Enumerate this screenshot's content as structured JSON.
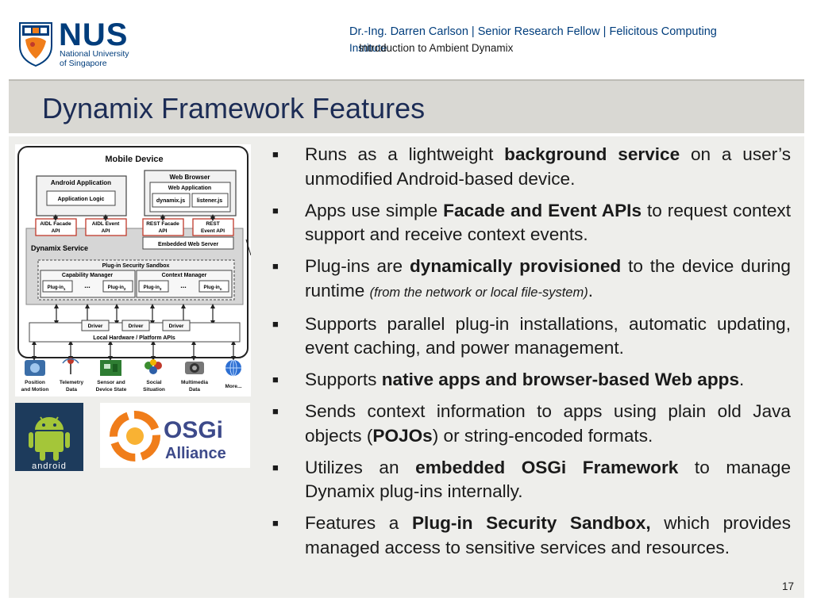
{
  "header": {
    "logo_word": "NUS",
    "logo_sub_1": "National University",
    "logo_sub_2": "of Singapore",
    "author_line_1": "Dr.-Ing. Darren Carlson | Senior Research Fellow | Felicitous Computing",
    "author_line_2": "Institute",
    "subtitle": "Introduction to Ambient Dynamix"
  },
  "slide": {
    "title": "Dynamix Framework Features",
    "page_number": "17"
  },
  "diagram": {
    "mobile_device": "Mobile Device",
    "android_application": "Android Application",
    "application_logic": "Application Logic",
    "web_browser": "Web Browser",
    "web_application": "Web Application",
    "dynamix_js": "dynamix.js",
    "listener_js": "listener.js",
    "aidl_facade_1": "AIDL Facade",
    "aidl_facade_2": "API",
    "aidl_event_1": "AIDL Event",
    "aidl_event_2": "API",
    "rest_facade_1": "REST Facade",
    "rest_facade_2": "API",
    "rest_event_1": "REST",
    "rest_event_2": "Event API",
    "embedded_web_server": "Embedded Web Server",
    "dynamix_service": "Dynamix Service",
    "sandbox": "Plug-in Security Sandbox",
    "capability_manager": "Capability Manager",
    "context_manager": "Context Manager",
    "plugin_label": "Plug-in",
    "plugin_sub_1": "1",
    "plugin_sub_2": "2",
    "plugin_sub_3": "3",
    "plugin_sub_n": "n",
    "dots": "...",
    "driver": "Driver",
    "local_hardware": "Local Hardware / Platform APIs",
    "ctx_position_1": "Position",
    "ctx_position_2": "and Motion",
    "ctx_telemetry_1": "Telemetry",
    "ctx_telemetry_2": "Data",
    "ctx_sensor_1": "Sensor and",
    "ctx_sensor_2": "Device State",
    "ctx_social_1": "Social",
    "ctx_social_2": "Situation",
    "ctx_multimedia_1": "Multimedia",
    "ctx_multimedia_2": "Data",
    "ctx_more": "More..."
  },
  "logos": {
    "android_word": "android",
    "osgi_word": "OSGi",
    "osgi_sub": "Alliance"
  },
  "bullets": [
    {
      "marker": "■",
      "pre": "Runs as a lightweight ",
      "bold": "background service",
      "post": " on a user’s unmodified Android-based device."
    },
    {
      "marker": "■",
      "pre": "Apps use simple ",
      "bold": "Facade and Event APIs",
      "post": " to request context support and receive context events."
    },
    {
      "marker": "■",
      "pre": "Plug-ins are ",
      "bold": "dynamically provisioned",
      "post": " to the device during runtime ",
      "small": "(from the network or local file-system)",
      "end": "."
    },
    {
      "marker": "■",
      "pre": "Supports parallel plug-in installations, automatic updating, event caching, and power management."
    },
    {
      "marker": "■",
      "pre": "Supports ",
      "bold": "native apps and browser-based Web apps",
      "post": "."
    },
    {
      "marker": "■",
      "pre": "Sends context information to apps using plain old Java objects (",
      "bold": "POJOs",
      "post": ") or string-encoded formats."
    },
    {
      "marker": "■",
      "pre": "Utilizes an ",
      "bold": "embedded OSGi Framework",
      "post": " to manage Dynamix plug-ins internally."
    },
    {
      "marker": "■",
      "pre": "Features a ",
      "bold": "Plug-in Security Sandbox,",
      "post": " which provides managed access to sensitive services and resources."
    }
  ],
  "colors": {
    "nus_blue": "#003d7c",
    "title_band": "#d9d8d3",
    "panel": "#eeeeeb",
    "title_text": "#1c2c55",
    "accent_red": "#c0392b",
    "android_green": "#a4c639",
    "osgi_orange": "#f07d1a"
  }
}
